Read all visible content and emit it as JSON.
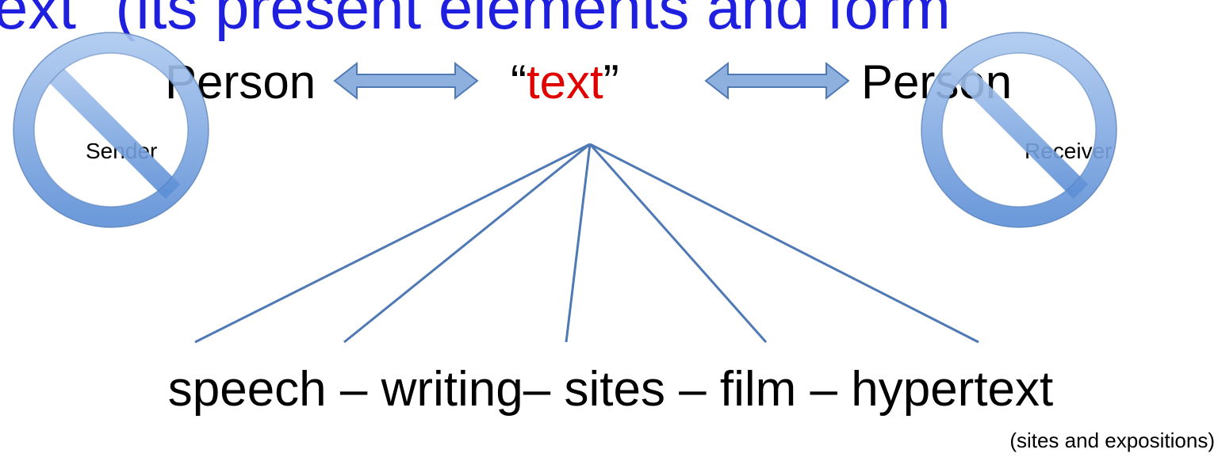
{
  "heading": {
    "text": "ext\" (its present elements and form",
    "color": "#1f1fe0"
  },
  "nodes": {
    "sender": {
      "label": "Person",
      "sublabel": "Sender"
    },
    "text": {
      "open_quote": "“",
      "word": "text",
      "close_quote": "”",
      "word_color": "#e00000"
    },
    "receiver": {
      "label": "Person",
      "sublabel": "Receiver"
    }
  },
  "media": {
    "items_line": "speech – writing– sites – film – hypertext",
    "note": "(sites and expositions)"
  },
  "colors": {
    "arrow_fill": "#8eb0de",
    "arrow_stroke": "#4f79b5",
    "line": "#4f79b5",
    "no_sign": "#7aa6e0",
    "text": "#000000"
  },
  "icons": {
    "sender_mark": "prohibited-icon",
    "receiver_mark": "prohibited-icon"
  }
}
